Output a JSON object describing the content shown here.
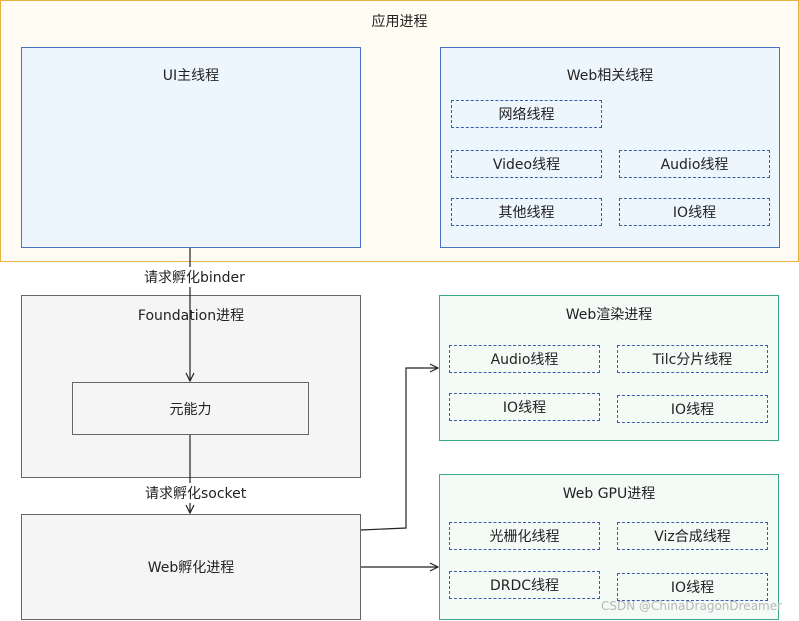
{
  "app_process": {
    "title": "应用进程",
    "ui_thread": "UI主线程",
    "web_threads": {
      "title": "Web相关线程",
      "items": [
        "网络线程",
        "Video线程",
        "Audio线程",
        "其他线程",
        "IO线程"
      ]
    }
  },
  "foundation": {
    "title": "Foundation进程",
    "ability": "元能力"
  },
  "incubator": {
    "title": "Web孵化进程"
  },
  "render": {
    "title": "Web渲染进程",
    "items": [
      "Audio线程",
      "Tilc分片线程",
      "IO线程",
      "IO线程"
    ]
  },
  "gpu": {
    "title": "Web GPU进程",
    "items": [
      "光栅化线程",
      "Viz合成线程",
      "DRDC线程",
      "IO线程"
    ]
  },
  "edges": {
    "binder_label": "请求孵化binder",
    "socket_label": "请求孵化socket"
  },
  "watermark": "CSDN @ChinaDragonDreamer",
  "colors": {
    "app_border": "#e6b43c",
    "app_fill": "#fffdf3",
    "blue_border": "#4a72c4",
    "blue_fill": "#eef6fd",
    "gray_border": "#666666",
    "gray_fill": "#f5f5f5",
    "teal_border": "#3aa58a",
    "teal_fill": "#f4faf5"
  }
}
